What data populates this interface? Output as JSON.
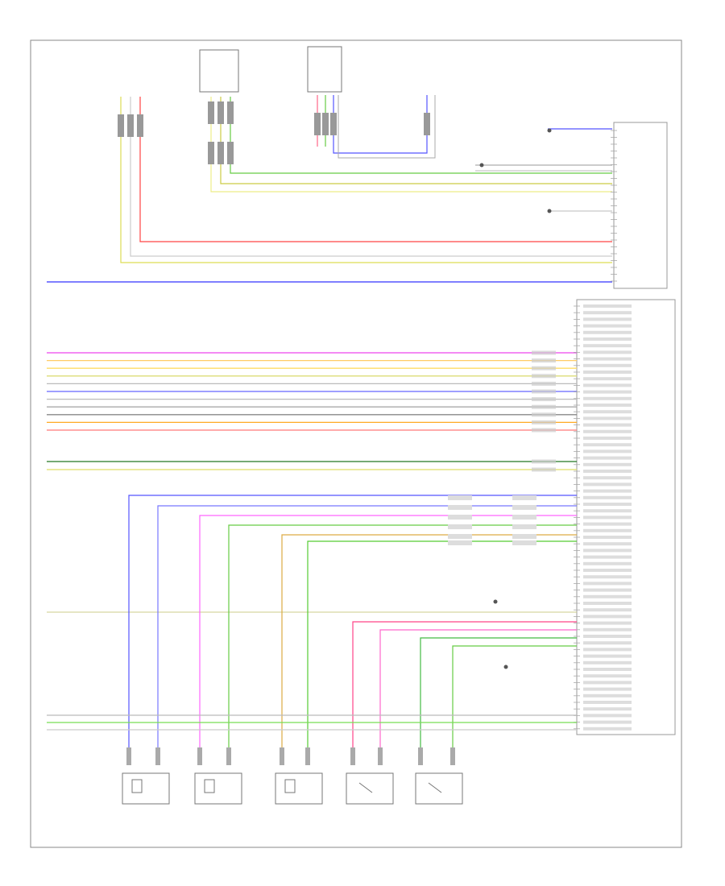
{
  "diagram": {
    "page_ref": "",
    "module_label": ""
  },
  "wires": {
    "top": [
      {
        "id": "w-red-power",
        "color": "#ff4444"
      },
      {
        "id": "w-green-signal",
        "color": "#66cc44"
      },
      {
        "id": "w-yellow-signal",
        "color": "#dddd44"
      },
      {
        "id": "w-blue-ground",
        "color": "#5555ff"
      }
    ],
    "harness": [
      {
        "color": "#ee44ee"
      },
      {
        "color": "#ffcc66"
      },
      {
        "color": "#ffdd66"
      },
      {
        "color": "#dddd77"
      },
      {
        "color": "#bbbbbb"
      },
      {
        "color": "#6666ff"
      },
      {
        "color": "#bbbbbb"
      },
      {
        "color": "#aaaaaa"
      },
      {
        "color": "#888888"
      },
      {
        "color": "#ffaa22"
      },
      {
        "color": "#ff7777"
      }
    ],
    "harness2": [
      {
        "color": "#227722"
      },
      {
        "color": "#dddd66"
      }
    ],
    "bottom": [
      {
        "color": "#bbbbbb"
      },
      {
        "color": "#77dd55"
      },
      {
        "color": "#cccccc"
      }
    ],
    "sensor_colors": [
      "#5555ff",
      "#7777ff",
      "#ff66ff",
      "#66cc44",
      "#ddaa44",
      "#55cc33",
      "#ff4488",
      "#ff66cc",
      "#44bb44",
      "#66cc44"
    ]
  },
  "components": {
    "bottom": [
      {
        "id": "comp-1"
      },
      {
        "id": "comp-2"
      },
      {
        "id": "comp-3"
      },
      {
        "id": "comp-4"
      },
      {
        "id": "comp-5"
      }
    ]
  }
}
